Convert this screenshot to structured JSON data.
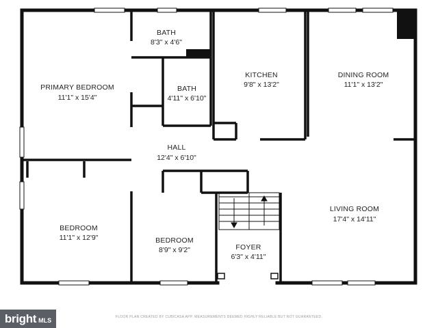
{
  "rooms": {
    "bath_upper": {
      "name": "BATH",
      "dims": "8'3\" x 4'6\""
    },
    "bath_lower": {
      "name": "BATH",
      "dims": "4'11\" x 6'10\""
    },
    "primary_bedroom": {
      "name": "PRIMARY BEDROOM",
      "dims": "11'1\" x 15'4\""
    },
    "kitchen": {
      "name": "KITCHEN",
      "dims": "9'8\" x 13'2\""
    },
    "dining_room": {
      "name": "DINING ROOM",
      "dims": "11'1\" x 13'2\""
    },
    "hall": {
      "name": "HALL",
      "dims": "12'4\" x 6'10\""
    },
    "bedroom_left": {
      "name": "BEDROOM",
      "dims": "11'1\" x 12'9\""
    },
    "bedroom_mid": {
      "name": "BEDROOM",
      "dims": "8'9\" x 9'2\""
    },
    "foyer": {
      "name": "FOYER",
      "dims": "6'3\" x 4'11\""
    },
    "living_room": {
      "name": "LIVING ROOM",
      "dims": "17'4\" x 14'11\""
    }
  },
  "footer": {
    "disclaimer": "FLOOR PLAN CREATED BY CUBICASA APP. MEASUREMENTS DEEMED HIGHLY RELIABLE BUT NOT GUARANTEED."
  },
  "logo": {
    "main": "bright",
    "sub": "MLS"
  },
  "colors": {
    "wall": "#111111",
    "text": "#222222",
    "logo_bg": "#5a5f66"
  }
}
